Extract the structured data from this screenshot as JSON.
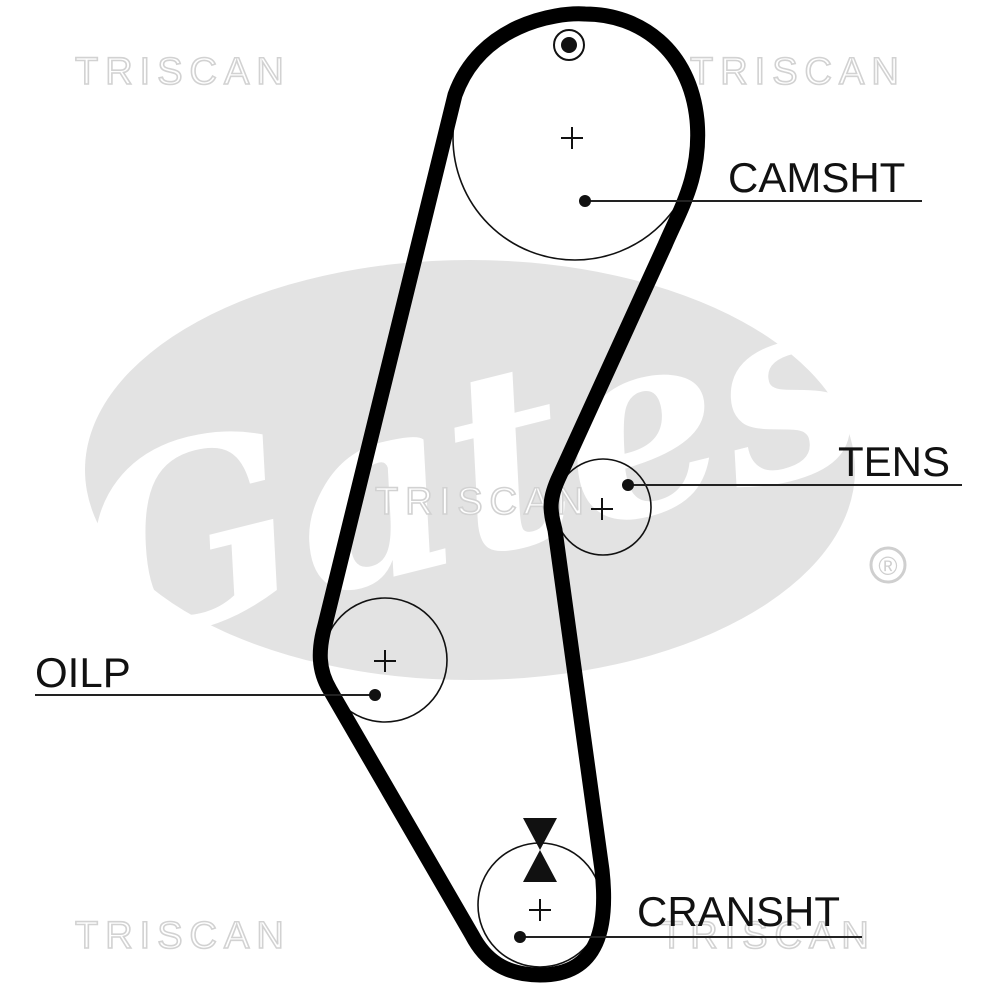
{
  "watermarks": {
    "top_left": "TRISCAN",
    "top_right": "TRISCAN",
    "center": "TRISCAN",
    "bottom_left": "TRISCAN",
    "bottom_right": "TRISCAN"
  },
  "logo": {
    "text": "Gates",
    "registered": "®",
    "color": "#e3e3e3"
  },
  "labels": {
    "camshaft": "CAMSHT",
    "tensioner": "TENS",
    "oil_pump": "OILP",
    "crankshaft": "CRANSHT"
  },
  "colors": {
    "belt": "#000000",
    "pulley": "#111111",
    "leader": "#222222"
  }
}
